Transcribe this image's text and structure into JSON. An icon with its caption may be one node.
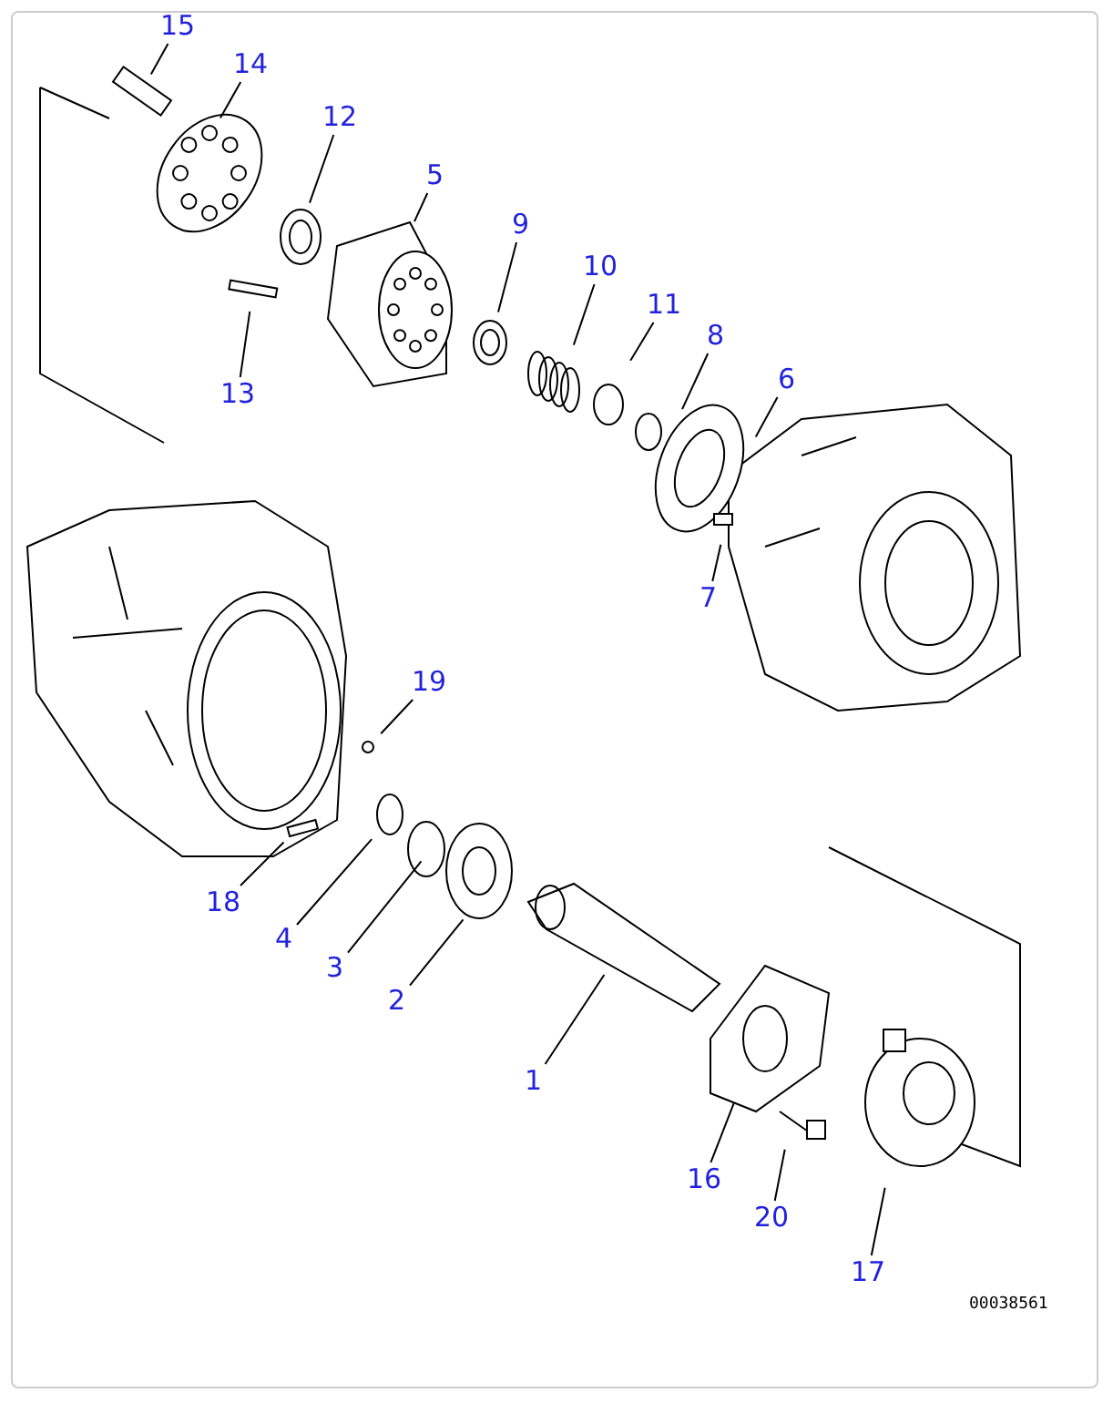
{
  "diagram": {
    "nodes": [
      {
        "text": [
          "15"
        ]
      },
      {
        "text": [
          "14"
        ]
      },
      {
        "text": [
          "12"
        ]
      },
      {
        "text": [
          "5"
        ]
      },
      {
        "text": [
          "9"
        ]
      },
      {
        "text": [
          "10"
        ]
      },
      {
        "text": [
          "11"
        ]
      },
      {
        "text": [
          "8"
        ]
      },
      {
        "text": [
          "6"
        ]
      },
      {
        "text": [
          "7"
        ]
      },
      {
        "text": [
          "13"
        ]
      },
      {
        "text": [
          "19"
        ]
      },
      {
        "text": [
          "18"
        ]
      },
      {
        "text": [
          "4"
        ]
      },
      {
        "text": [
          "3"
        ]
      },
      {
        "text": [
          "2"
        ]
      },
      {
        "text": [
          "1"
        ]
      },
      {
        "text": [
          "16"
        ]
      },
      {
        "text": [
          "20"
        ]
      },
      {
        "text": [
          "17"
        ]
      }
    ],
    "edges": [
      {
        "from": 0,
        "to": null,
        "arrow": "none"
      },
      {
        "from": 1,
        "to": null,
        "arrow": "none"
      },
      {
        "from": 2,
        "to": null,
        "arrow": "none"
      },
      {
        "from": 3,
        "to": null,
        "arrow": "none"
      },
      {
        "from": 4,
        "to": null,
        "arrow": "none"
      },
      {
        "from": 5,
        "to": null,
        "arrow": "none"
      },
      {
        "from": 6,
        "to": null,
        "arrow": "none"
      },
      {
        "from": 7,
        "to": null,
        "arrow": "none"
      },
      {
        "from": 8,
        "to": null,
        "arrow": "none"
      },
      {
        "from": 9,
        "to": null,
        "arrow": "none"
      },
      {
        "from": 10,
        "to": null,
        "arrow": "none"
      },
      {
        "from": 11,
        "to": null,
        "arrow": "none"
      },
      {
        "from": 12,
        "to": null,
        "arrow": "none"
      },
      {
        "from": 13,
        "to": null,
        "arrow": "none"
      },
      {
        "from": 14,
        "to": null,
        "arrow": "none"
      },
      {
        "from": 15,
        "to": null,
        "arrow": "none"
      },
      {
        "from": 16,
        "to": null,
        "arrow": "none"
      },
      {
        "from": 17,
        "to": null,
        "arrow": "none"
      },
      {
        "from": 18,
        "to": null,
        "arrow": "none"
      },
      {
        "from": 19,
        "to": null,
        "arrow": "none"
      }
    ],
    "labels": [
      "00038561"
    ]
  }
}
